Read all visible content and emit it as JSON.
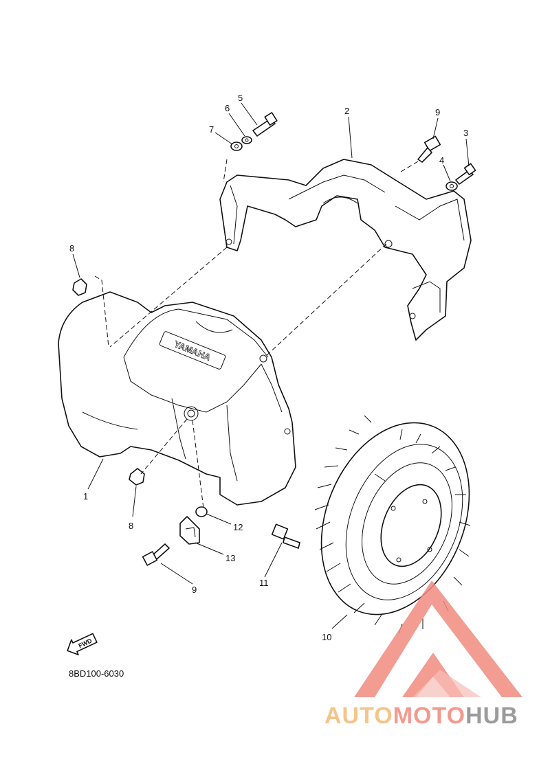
{
  "diagram": {
    "part_code": "8BD100-6030",
    "fwd_label": "FWD",
    "cover_emblem": "YAMAHA",
    "callouts": {
      "c1": "1",
      "c2": "2",
      "c3": "3",
      "c4": "4",
      "c5": "5",
      "c6": "6",
      "c7": "7",
      "c8a": "8",
      "c8b": "8",
      "c9a": "9",
      "c9b": "9",
      "c10": "10",
      "c11": "11",
      "c12": "12",
      "c13": "13"
    }
  },
  "watermark": {
    "word_a": "AUTO",
    "word_b": "MOTO",
    "word_c": "HUB",
    "colors": {
      "auto": "#f5c48a",
      "moto": "#f39a8f",
      "hub": "#9b9b9b",
      "logo": "#f08b80"
    }
  }
}
